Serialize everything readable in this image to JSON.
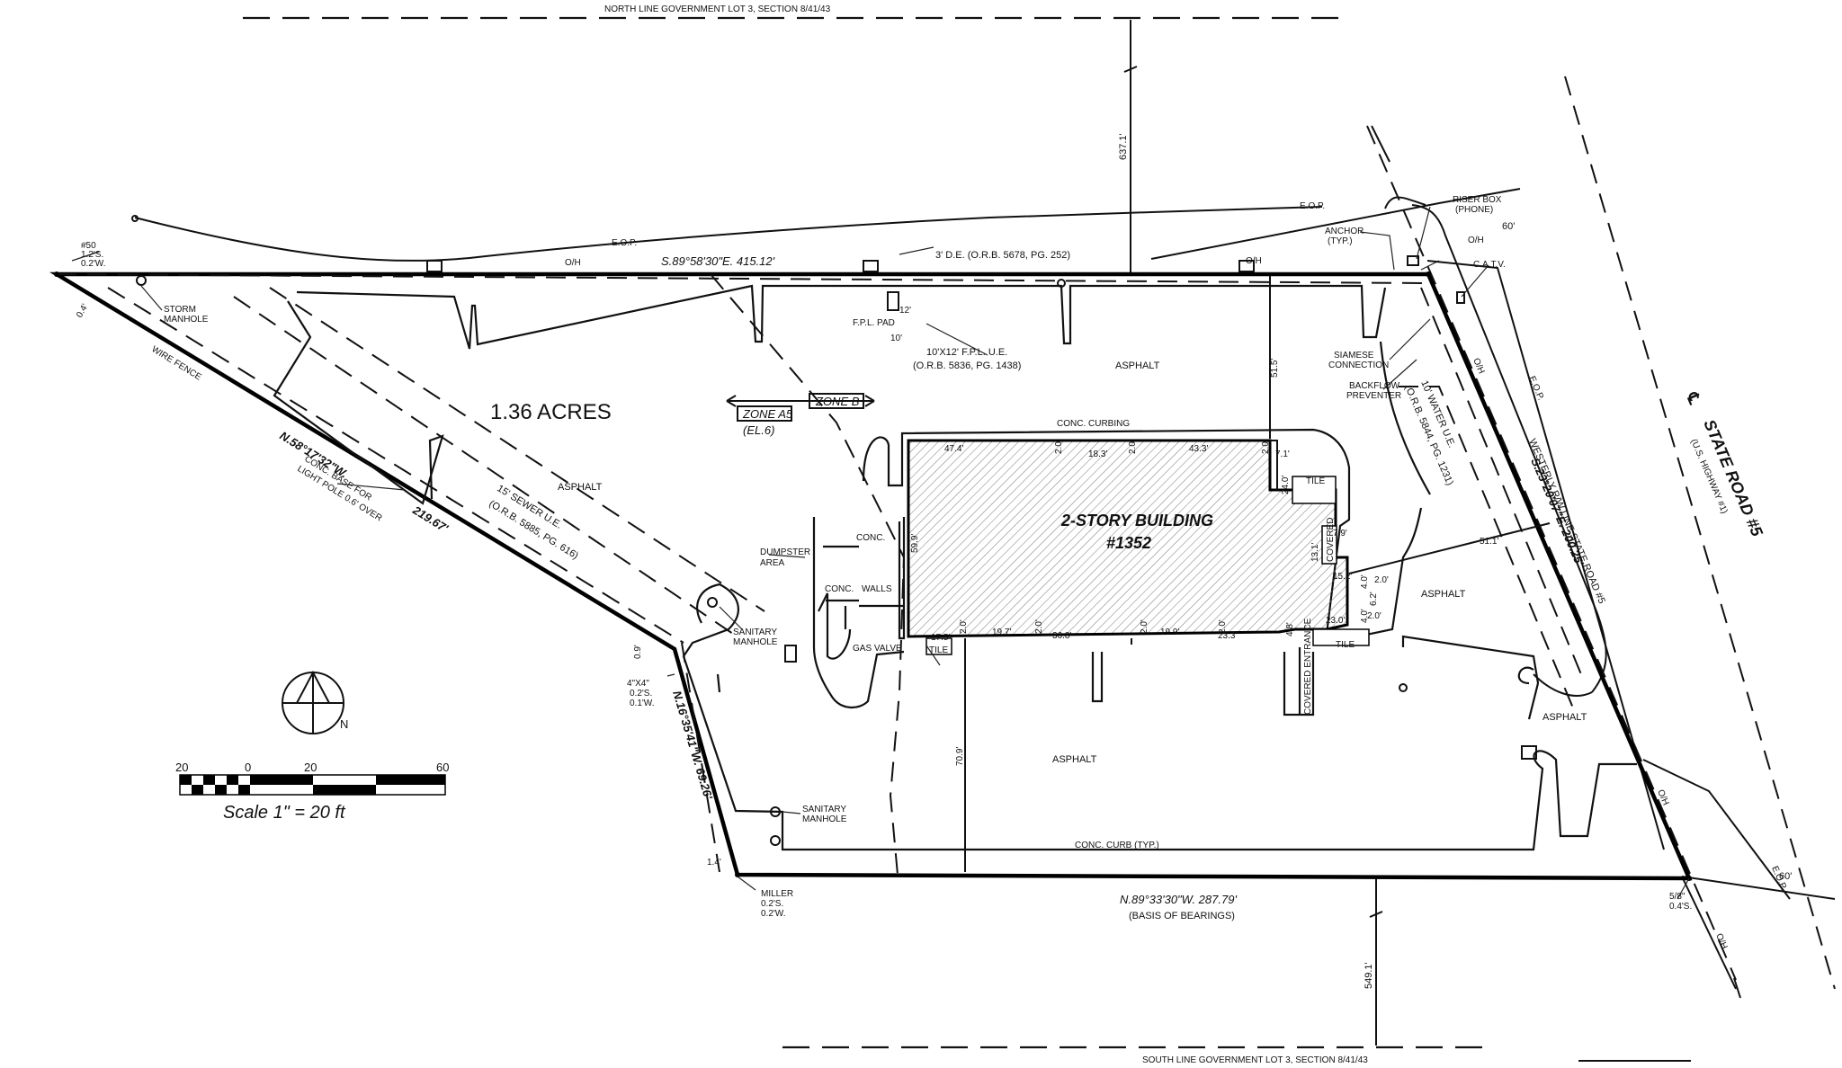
{
  "labels": {
    "north_line": "NORTH LINE GOVERNMENT LOT 3, SECTION 8/41/43",
    "south_line": "SOUTH LINE GOVERNMENT LOT 3, SECTION 8/41/43",
    "north_dim": "637.1'",
    "south_dim": "549.1'",
    "bearing_north": "S.89°58'30\"E. 415.12'",
    "bearing_east": "S.23°20'07\"E. 200.25'",
    "bearing_south": "N.89°33'30\"W. 287.79'",
    "basis": "(BASIS OF BEARINGS)",
    "bearing_west_upper": "N.58°17'32\"W.",
    "dist_west_upper": "219.67'",
    "bearing_west_lower": "N.16°35'41\"W. 69.26'",
    "acres": "1.36 ACRES",
    "building_1": "2-STORY BUILDING",
    "building_2": "#1352",
    "zone_a5": "ZONE A5",
    "zone_a5_el": "(EL.6)",
    "zone_b": "ZONE B",
    "state_road": "STATE ROAD #5",
    "us_highway": "(U.S. HIGHWAY #1)",
    "westerly_rw": "WESTERLY R/W LINE STATE ROAD #5",
    "easement_de": "3' D.E. (O.R.B. 5678, PG. 252)",
    "fpl_ue_1": "10'X12' F.P.L. U.E.",
    "fpl_ue_2": "(O.R.B. 5836, PG. 1438)",
    "fpl_pad": "F.P.L. PAD",
    "sewer_1": "15' SEWER U.E.",
    "sewer_2": "(O.R.B. 5885, PG. 616)",
    "water_1": "10' WATER U.E.",
    "water_2": "(O.R.B. 5844, PG. 1231)",
    "asphalt": "ASPHALT",
    "tile": "TILE",
    "conc": "CONC.",
    "walls": "WALLS",
    "conc_curbing": "CONC. CURBING",
    "conc_curb_typ": "CONC. CURB (TYP.)",
    "dumpster_1": "DUMPSTER",
    "dumpster_2": "AREA",
    "gas_valve": "GAS VALVE",
    "covered_entrance": "COVERED ENTRANCE",
    "covered": "COVERED",
    "storm_1": "STORM",
    "storm_2": "MANHOLE",
    "sanitary_1": "SANITARY",
    "sanitary_2": "MANHOLE",
    "wire_fence": "WIRE FENCE",
    "conc_base_1": "CONC. BASE FOR",
    "conc_base_2": "LIGHT POLE 0.6' OVER",
    "anchor_1": "ANCHOR",
    "anchor_2": "(TYP.)",
    "riser_1": "RISER BOX",
    "riser_2": "(PHONE)",
    "catv": "C.A.T.V.",
    "siamese_1": "SIAMESE",
    "siamese_2": "CONNECTION",
    "backflow_1": "BACKFLOW",
    "backflow_2": "PREVENTER",
    "eop": "E.O.P.",
    "oh": "O/H",
    "sixty": "60'",
    "nw_corner_1": "#50",
    "nw_corner_2": "1.2'S.",
    "nw_corner_3": "0.2'W.",
    "nw_offset": "0.4'",
    "w_corner_1": "4\"X4\"",
    "w_corner_2": "0.2'S.",
    "w_corner_3": "0.1'W.",
    "w_offset": "0.9'",
    "miller_1": "MILLER",
    "miller_2": "0.2'S.",
    "miller_3": "0.2'W.",
    "sw_offset": "1.4'",
    "se_corner_1": "5/8\"",
    "se_corner_2": "0.4'S.",
    "north_arrow": "N",
    "centerline": "℄"
  },
  "dims": {
    "d515": "51.5'",
    "d511": "51.1'",
    "d709": "70.9'",
    "d599": "59.9'",
    "d474": "47.4'",
    "d183": "18.3'",
    "d433": "43.3'",
    "d71": "7.1'",
    "d240": "24.0'",
    "d79": "7.9'",
    "d131": "13.1'",
    "d152": "15.2'",
    "d230": "23.0'",
    "d175": "17.5'",
    "d197": "19.7'",
    "d368": "36.8'",
    "d199": "19.9'",
    "d233": "23.3'",
    "d20": "2.0'",
    "d12": "12'",
    "d10": "10'",
    "d48": "4.8'",
    "d40": "4.0'",
    "d62": "6.2'"
  },
  "scale": {
    "text": "Scale  1\"  =  20  ft",
    "ticks": [
      "20",
      "0",
      "20",
      "60"
    ]
  }
}
